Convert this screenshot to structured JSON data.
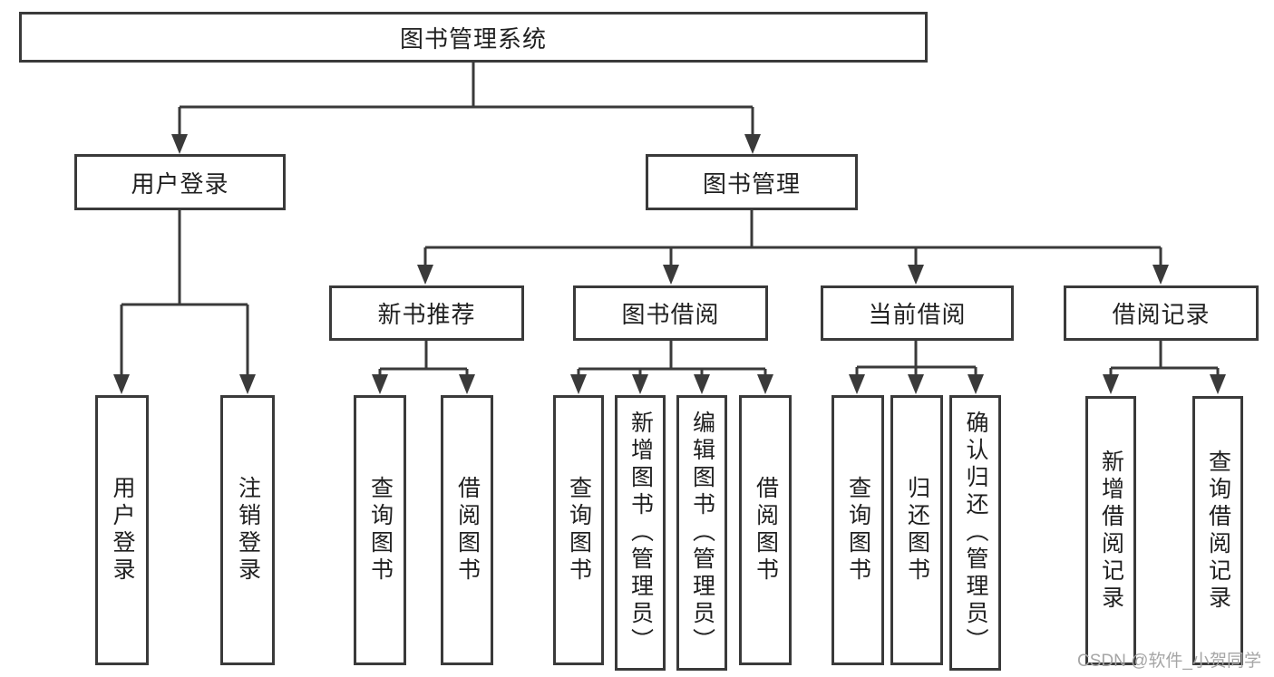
{
  "tree": {
    "label": "图书管理系统",
    "children": [
      {
        "label": "用户登录",
        "children": [
          {
            "label": "用户登录"
          },
          {
            "label": "注销登录"
          }
        ]
      },
      {
        "label": "图书管理",
        "children": [
          {
            "label": "新书推荐",
            "children": [
              {
                "label": "查询图书"
              },
              {
                "label": "借阅图书"
              }
            ]
          },
          {
            "label": "图书借阅",
            "children": [
              {
                "label": "查询图书"
              },
              {
                "label": "新增图书（管理员）"
              },
              {
                "label": "编辑图书（管理员）"
              },
              {
                "label": "借阅图书"
              }
            ]
          },
          {
            "label": "当前借阅",
            "children": [
              {
                "label": "查询图书"
              },
              {
                "label": "归还图书"
              },
              {
                "label": "确认归还（管理员）"
              }
            ]
          },
          {
            "label": "借阅记录",
            "children": [
              {
                "label": "新增借阅记录"
              },
              {
                "label": "查询借阅记录"
              }
            ]
          }
        ]
      }
    ]
  },
  "watermark": {
    "text": "CSDN @软件_小贺同学"
  },
  "colors": {
    "line": "#3a3a3a",
    "text": "#1f1f1f",
    "watermark": "#a6a6a6",
    "background": "#ffffff"
  }
}
